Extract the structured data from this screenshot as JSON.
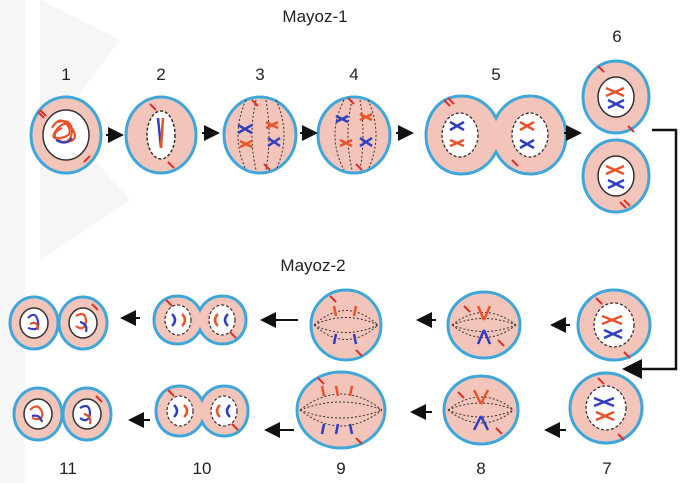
{
  "titles": {
    "meiosis1": "Mayoz-1",
    "meiosis2": "Mayoz-2"
  },
  "stage_labels": [
    "1",
    "2",
    "3",
    "4",
    "5",
    "6",
    "7",
    "8",
    "9",
    "10",
    "11"
  ],
  "colors": {
    "cell_fill": "#f3c4ba",
    "membrane": "#3fa6da",
    "nucleus_fill": "#ffffff",
    "chromosome_red": "#e8532a",
    "chromosome_blue": "#2f3fbf",
    "centriole": "#d8322b",
    "arrow": "#111111"
  }
}
